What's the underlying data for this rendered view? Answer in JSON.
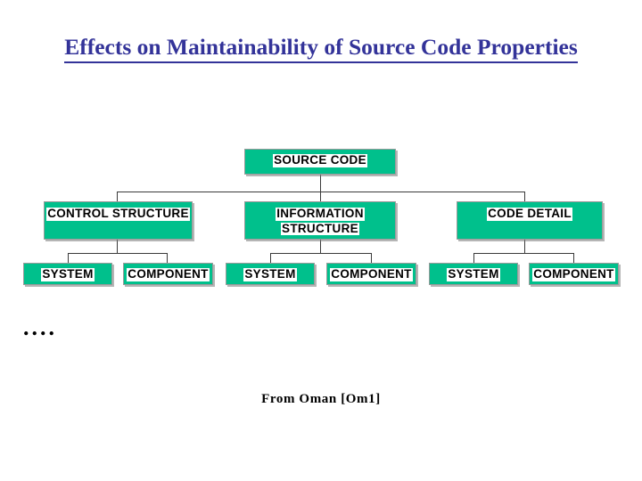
{
  "slide": {
    "title": "Effects on Maintainability of Source Code Properties",
    "title_color": "#333399",
    "background": "#ffffff",
    "ellipsis": "....",
    "caption": "From Oman [Om1]"
  },
  "diagram": {
    "type": "tree",
    "node_fill": "#00C08C",
    "node_border": "#9a9a9a",
    "label_background": "#ffffff",
    "label_color": "#000000",
    "connector_color": "#3a3a3a",
    "root": {
      "label": "SOURCE CODE"
    },
    "branches": [
      {
        "label": "CONTROL STRUCTURE",
        "label_line2": "",
        "children": [
          {
            "label": "SYSTEM"
          },
          {
            "label": "COMPONENT"
          }
        ]
      },
      {
        "label": "INFORMATION",
        "label_line2": "STRUCTURE",
        "children": [
          {
            "label": "SYSTEM"
          },
          {
            "label": "COMPONENT"
          }
        ]
      },
      {
        "label": "CODE DETAIL",
        "label_line2": "",
        "children": [
          {
            "label": "SYSTEM"
          },
          {
            "label": "COMPONENT"
          }
        ]
      }
    ]
  }
}
